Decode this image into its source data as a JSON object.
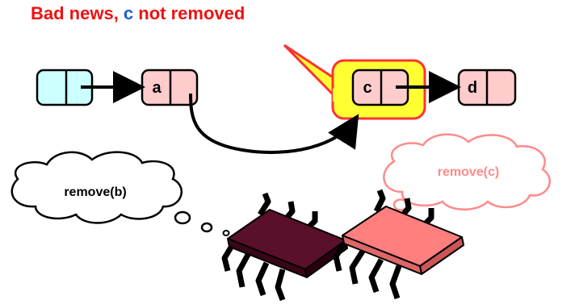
{
  "callout": {
    "prefix": "Bad news, ",
    "highlight": "c",
    "suffix": " not removed",
    "color_text": "#ee1111",
    "color_highlight": "#1a5fd6"
  },
  "nodes": {
    "head": "",
    "a": "a",
    "c": "c",
    "d": "d"
  },
  "threads": {
    "left_thought": "remove(b)",
    "right_thought": "remove(c)"
  },
  "colors": {
    "head_fill": "#ccffff",
    "node_fill": "#ffcccc",
    "highlight_fill": "#ffff33",
    "highlight_border": "#ff3333",
    "left_bug": "#5a0f2a",
    "right_bug": "#ff7f7f",
    "right_thought_text": "#ff8a8a"
  }
}
